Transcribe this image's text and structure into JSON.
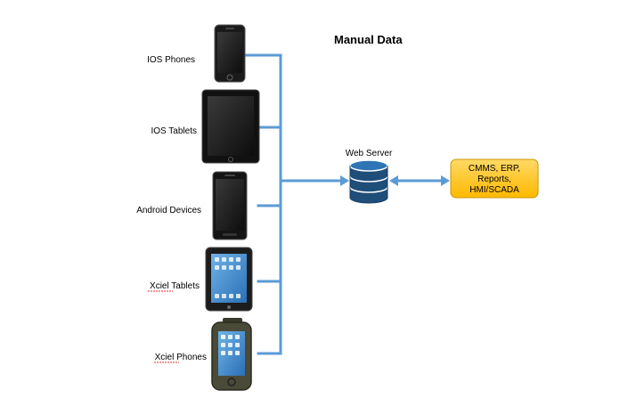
{
  "title": "Manual Data",
  "devices": [
    {
      "label": "IOS Phones",
      "icon": "iphone-icon"
    },
    {
      "label": "IOS Tablets",
      "icon": "ipad-icon"
    },
    {
      "label": "Android Devices",
      "icon": "android-phone-icon"
    },
    {
      "label": "Xciel Tablets",
      "icon": "rugged-tablet-icon"
    },
    {
      "label": "Xciel Phones",
      "icon": "rugged-phone-icon"
    }
  ],
  "server": {
    "label": "Web Server",
    "icon": "database-icon"
  },
  "target_box": {
    "lines": [
      "CMMS, ERP,",
      "Reports,",
      "HMI/SCADA"
    ]
  },
  "colors": {
    "connector": "#5b9bd5",
    "server_fill": "#1f4e79",
    "box_fill": "#ffc000",
    "box_border": "#c89600"
  }
}
